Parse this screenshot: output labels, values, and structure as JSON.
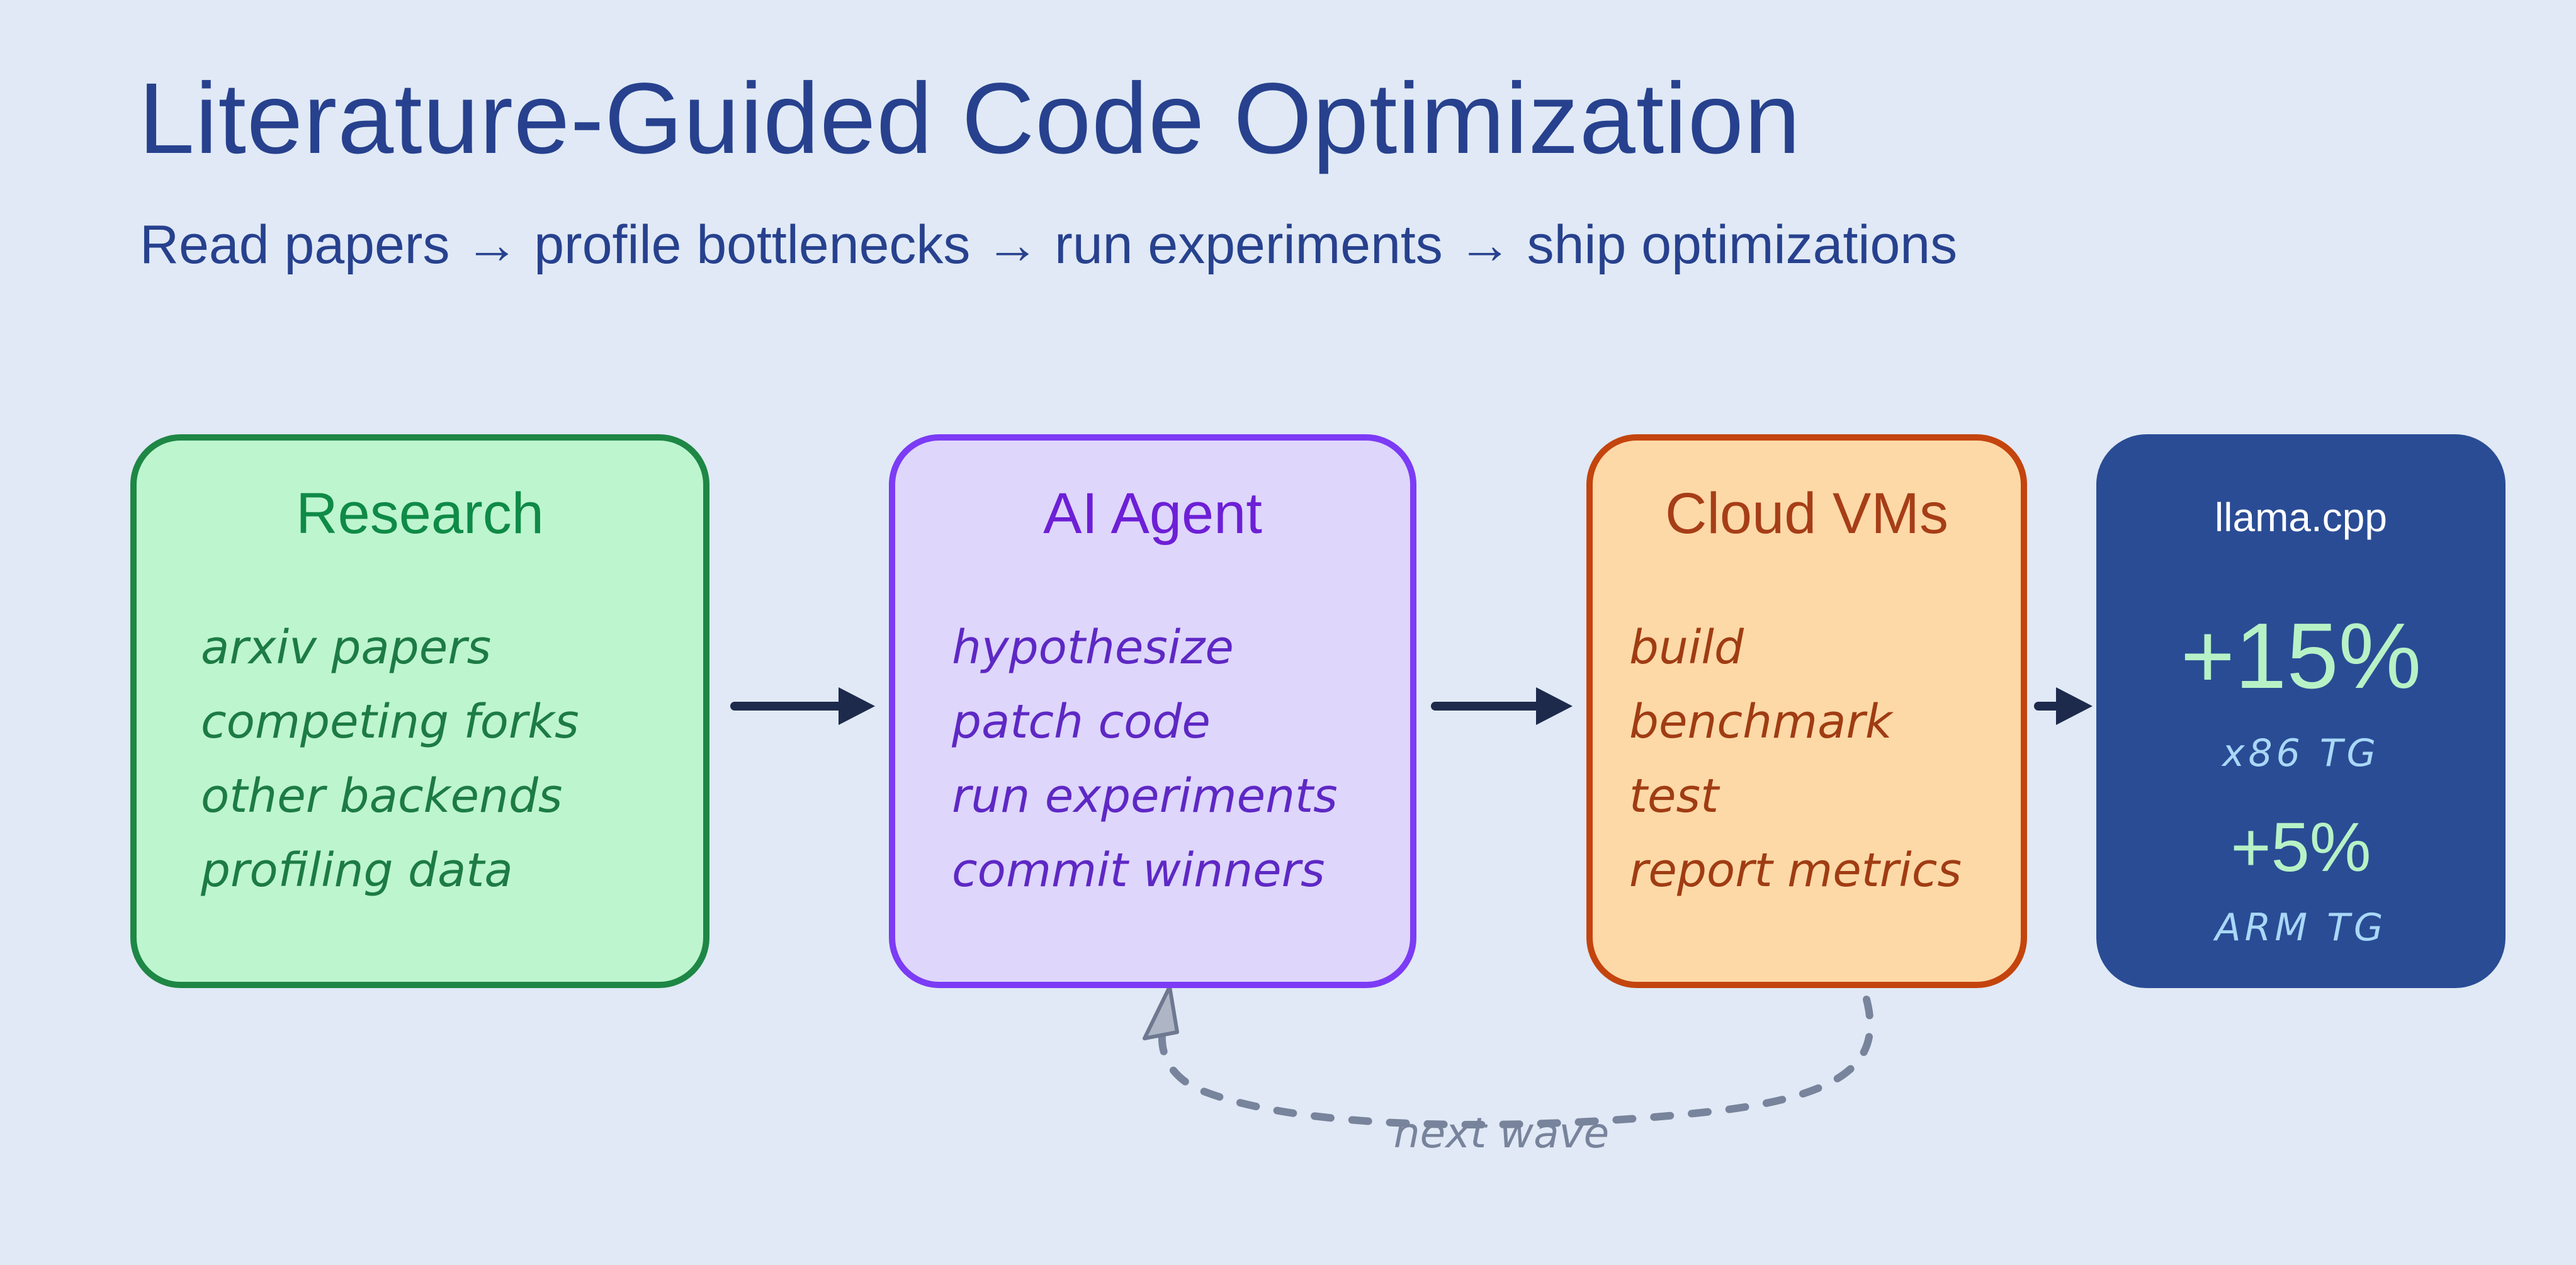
{
  "header": {
    "title": "Literature-Guided Code Optimization",
    "subtitle": "Read papers → profile bottlenecks → run experiments → ship optimizations"
  },
  "boxes": [
    {
      "id": "research",
      "title": "Research",
      "items": [
        "arxiv papers",
        "competing forks",
        "other backends",
        "profiling data"
      ]
    },
    {
      "id": "ai-agent",
      "title": "AI Agent",
      "items": [
        "hypothesize",
        "patch code",
        "run experiments",
        "commit winners"
      ]
    },
    {
      "id": "cloud-vms",
      "title": "Cloud VMs",
      "items": [
        "build",
        "benchmark",
        "test",
        "report metrics"
      ]
    },
    {
      "id": "llama-cpp",
      "title": "llama.cpp",
      "metrics": [
        {
          "value": "+15%",
          "label": "x86 TG"
        },
        {
          "value": "+5%",
          "label": "ARM TG"
        }
      ]
    }
  ],
  "loop": {
    "label": "next wave"
  },
  "palette": {
    "background": "#e0e9f5",
    "heading_blue": "#27418e",
    "arrow_navy": "#1e2a4c",
    "loop_gray": "#78839c",
    "research_fill": "#bdf5cf",
    "research_border": "#1e8745",
    "research_title": "#0f8a47",
    "research_text": "#1d7b44",
    "agent_fill": "#ded6fb",
    "agent_border": "#7c3bf5",
    "agent_title": "#6d1fd6",
    "agent_text": "#5e28c4",
    "cloud_fill": "#fdd9a7",
    "cloud_border": "#c4440e",
    "cloud_title": "#a63e17",
    "cloud_text": "#a03c13",
    "llama_fill": "#2a4c95",
    "llama_title": "#ffffff",
    "metric_mint": "#b7f2c6",
    "metric_blue": "#a9d8f7"
  }
}
